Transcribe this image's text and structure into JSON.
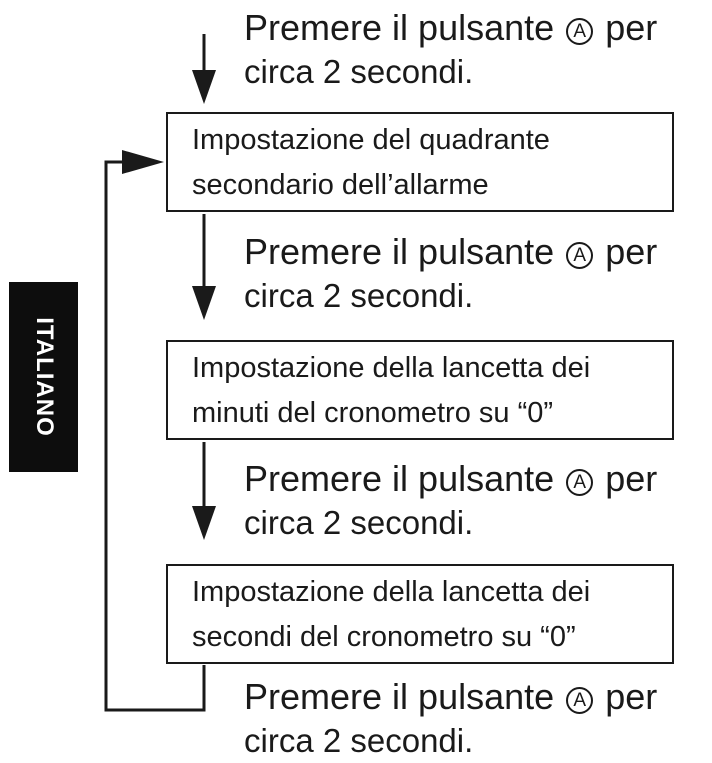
{
  "language_tab": "ITALIANO",
  "button_symbol": "A",
  "instructions": [
    {
      "line1_before": "Premere il pulsante",
      "line1_after": "per",
      "line2": "circa 2 secondi."
    },
    {
      "line1_before": "Premere il pulsante",
      "line1_after": "per",
      "line2": "circa 2 secondi."
    },
    {
      "line1_before": "Premere il pulsante",
      "line1_after": "per",
      "line2": "circa 2 secondi."
    },
    {
      "line1_before": "Premere il pulsante",
      "line1_after": "per",
      "line2": "circa 2 secondi."
    }
  ],
  "steps": [
    {
      "line1": "Impostazione del quadrante",
      "line2": "secondario dell’allarme"
    },
    {
      "line1": "Impostazione della lancetta dei",
      "line2": "minuti del cronometro su “0”"
    },
    {
      "line1": "Impostazione della lancetta dei",
      "line2": "secondi del cronometro su “0”"
    }
  ]
}
